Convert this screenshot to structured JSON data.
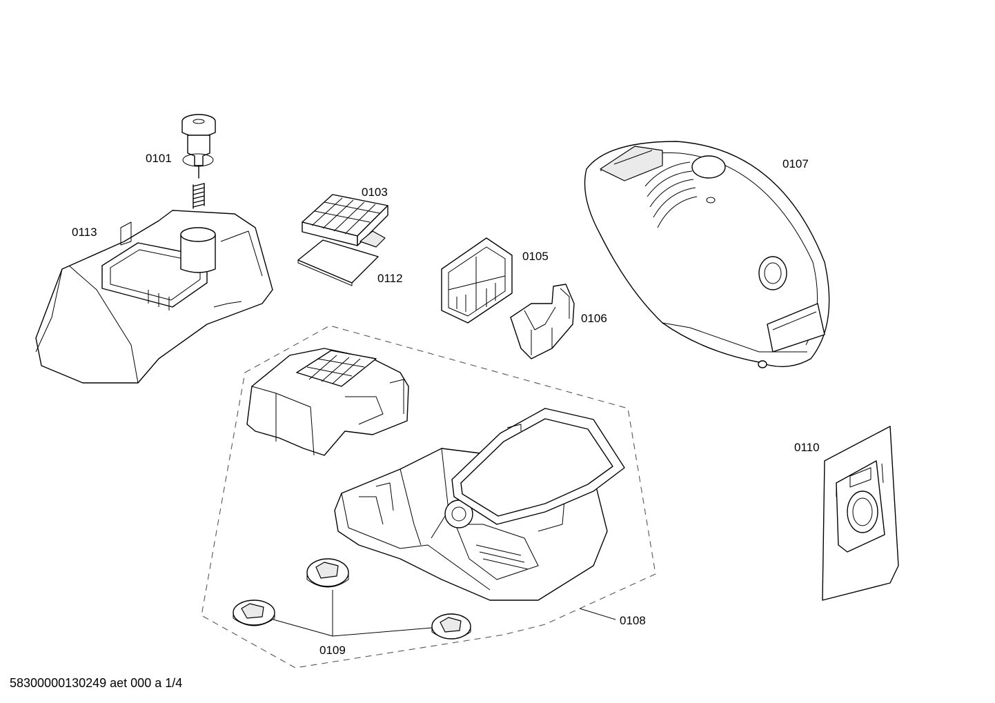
{
  "parts": [
    {
      "id": "0101",
      "label": "0101"
    },
    {
      "id": "0103",
      "label": "0103"
    },
    {
      "id": "0105",
      "label": "0105"
    },
    {
      "id": "0106",
      "label": "0106"
    },
    {
      "id": "0107",
      "label": "0107"
    },
    {
      "id": "0108",
      "label": "0108"
    },
    {
      "id": "0109",
      "label": "0109"
    },
    {
      "id": "0110",
      "label": "0110"
    },
    {
      "id": "0112",
      "label": "0112"
    },
    {
      "id": "0113",
      "label": "0113"
    }
  ],
  "footer": {
    "text": "58300000130249 aet 000 a 1/4"
  }
}
